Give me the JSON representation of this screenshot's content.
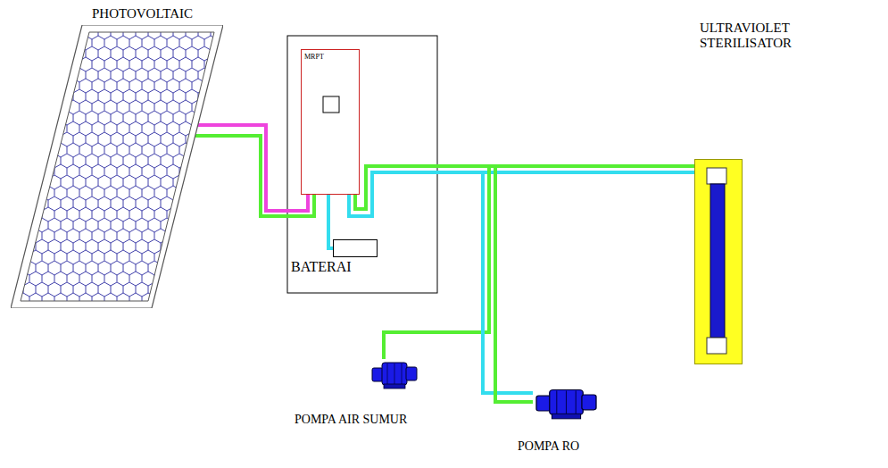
{
  "diagram": {
    "nodes": [
      {
        "text": [
          "PHOTOVOLTAIC"
        ]
      },
      {
        "text": [
          "MRPT"
        ]
      },
      {
        "text": [
          "BATERAI"
        ]
      },
      {
        "text": [
          "ULTRAVIOLET STERILISATOR"
        ]
      },
      {
        "text": [
          "POMPA AIR SUMUR"
        ]
      },
      {
        "text": [
          "POMPA RO"
        ]
      }
    ],
    "edges": [
      {
        "from": 0,
        "to": 1,
        "arrow": "none"
      },
      {
        "from": 0,
        "to": 1,
        "arrow": "none"
      },
      {
        "from": 1,
        "to": 2,
        "arrow": "none"
      },
      {
        "from": 1,
        "to": 3,
        "arrow": "none"
      },
      {
        "from": 1,
        "to": 3,
        "arrow": "none"
      },
      {
        "from": 1,
        "to": 4,
        "arrow": "none"
      },
      {
        "from": 1,
        "to": 5,
        "arrow": "none"
      },
      {
        "from": 1,
        "to": 5,
        "arrow": "none"
      }
    ]
  }
}
